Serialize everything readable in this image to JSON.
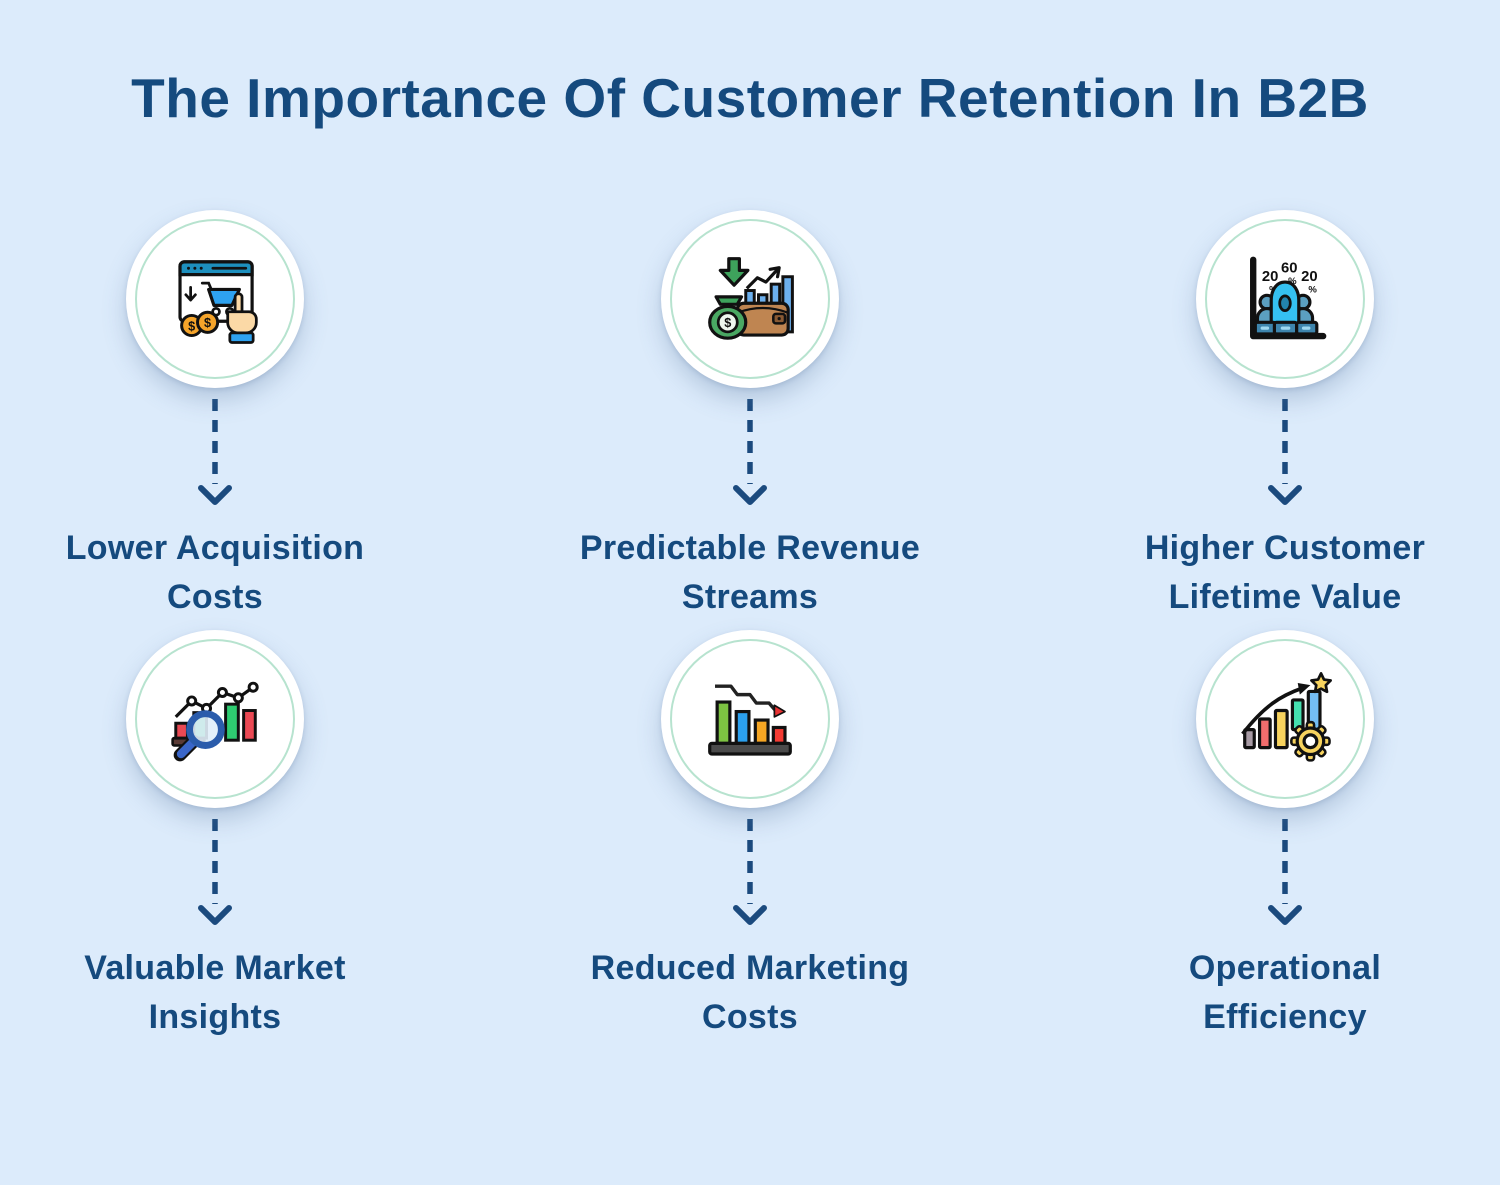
{
  "title": "The Importance Of Customer Retention In B2B",
  "colors": {
    "background": "#dcebfb",
    "text_navy": "#154a7e",
    "arrow": "#1b4a7e",
    "circle_ring": "#b7e3cf",
    "circle_fill": "#ffffff"
  },
  "items": [
    {
      "label": "Lower Acquisition Costs",
      "lines": [
        "Lower Acquisition",
        "Costs"
      ],
      "icon": "online-shopping-cart-icon"
    },
    {
      "label": "Predictable Revenue Streams",
      "lines": [
        "Predictable Revenue",
        "Streams"
      ],
      "icon": "money-bag-wallet-icon"
    },
    {
      "label": "Higher Customer Lifetime Value",
      "lines": [
        "Higher Customer",
        "Lifetime Value"
      ],
      "icon": "customer-distribution-chart-icon"
    },
    {
      "label": "Valuable Market Insights",
      "lines": [
        "Valuable Market",
        "Insights"
      ],
      "icon": "market-analysis-magnifier-icon"
    },
    {
      "label": "Reduced Marketing Costs",
      "lines": [
        "Reduced Marketing",
        "Costs"
      ],
      "icon": "declining-bar-chart-icon"
    },
    {
      "label": "Operational Efficiency",
      "lines": [
        "Operational",
        "Efficiency"
      ],
      "icon": "growth-chart-gear-icon"
    }
  ],
  "icon_texts": {
    "distribution": [
      "20",
      "60",
      "20"
    ],
    "percent": "%",
    "dollar": "$"
  }
}
